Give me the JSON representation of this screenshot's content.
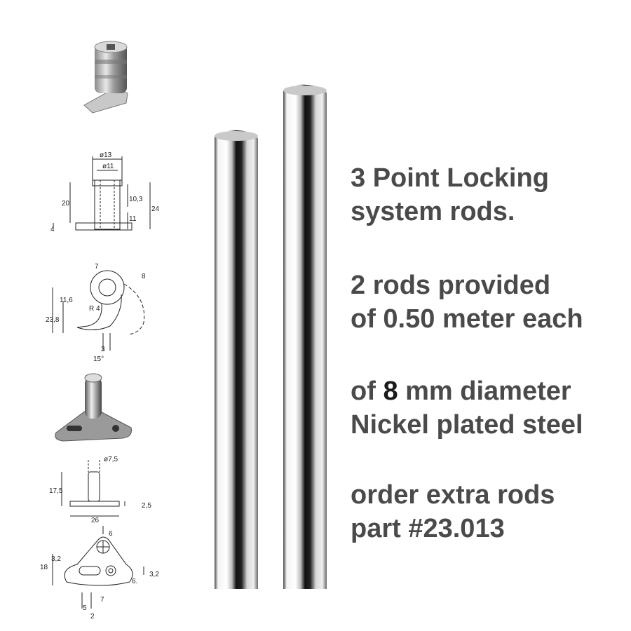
{
  "text": {
    "title_line1": "3 Point Locking",
    "title_line2": "system rods.",
    "rods_line1": "2 rods provided",
    "rods_line2": "of 0.50 meter each",
    "dia_prefix": "of ",
    "dia_value": "8",
    "dia_suffix": " mm diameter",
    "material": "Nickel plated steel",
    "order_line1": "order extra rods",
    "order_line2": "part #23.013"
  },
  "dims": {
    "hook_d13": "ø13",
    "hook_d11": "ø11",
    "hook_20": "20",
    "hook_10_3": "10,3",
    "hook_24": "24",
    "hook_11": "11",
    "hook_4": "4",
    "side_7": "7",
    "side_8": "8",
    "side_11_6": "11,6",
    "side_23_8": "23,8",
    "side_r4": "R 4",
    "side_3": "3",
    "side_15": "15°",
    "pin_d7_5": "ø7,5",
    "pin_17_5": "17,5",
    "pin_2_5": "2,5",
    "pin_26": "26",
    "base_6": "6",
    "base_3_2a": "3,2",
    "base_18": "18",
    "base_3_2b": "3,2",
    "base_6b": "6.",
    "base_5": "5",
    "base_7": "7",
    "base_2": "2"
  },
  "colors": {
    "text_gray": "#4a4a4a",
    "text_dark": "#1a1a1a",
    "rod_dark": "#111111",
    "rod_light": "#f2f2f2"
  }
}
